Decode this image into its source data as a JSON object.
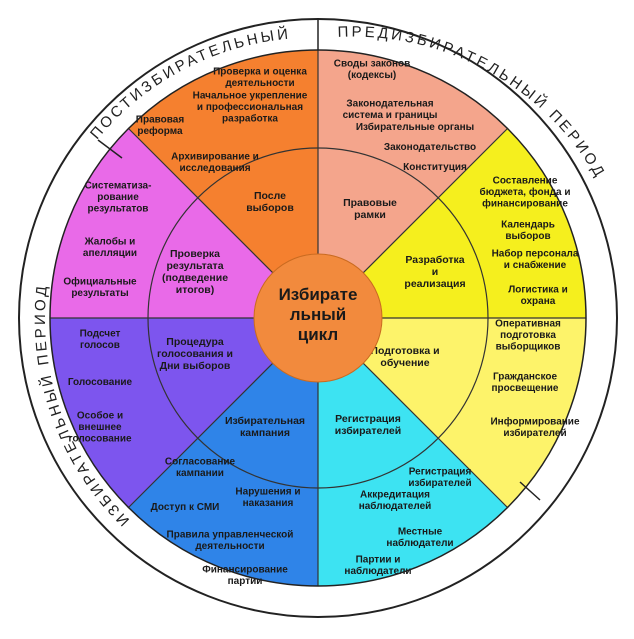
{
  "center": {
    "lines": [
      "Избирате",
      "льный",
      "цикл"
    ],
    "color": "#f28a3d"
  },
  "outer_ring": {
    "pre": "ПРЕДИЗБИРАТЕЛЬНЫЙ ПЕРИОД",
    "post": "ПОСТИЗБИРАТЕЛЬНЫЙ ПЕРИОД",
    "electoral": "ИЗБИРАТЕЛЬНЫЙ ПЕРИОД"
  },
  "sectors": [
    {
      "id": "after-elections",
      "color": "#f4a58c",
      "inner": [
        "После",
        "выборов"
      ],
      "outer": [
        [
          "Проверка и оценка",
          "деятельности"
        ],
        [
          "Начальное укрепление",
          "и профессиональная",
          "разработка"
        ],
        [
          "Правовая",
          "реформа"
        ],
        [
          "Архивирование и",
          "исследования"
        ]
      ]
    },
    {
      "id": "legal-framework",
      "color": "#f5ef1e",
      "inner": [
        "Правовые",
        "рамки"
      ],
      "outer": [
        [
          "Своды законов",
          "(кодексы)"
        ],
        [
          "Законодательная",
          "система и границы"
        ],
        [
          "Избирательные органы"
        ],
        [
          "Законодательство"
        ],
        [
          "Конституция"
        ]
      ]
    },
    {
      "id": "planning",
      "color": "#fdf36a",
      "inner": [
        "Разработка",
        "и",
        "реализация"
      ],
      "outer": [
        [
          "Составление",
          "бюджета, фонда и",
          "финансирование"
        ],
        [
          "Календарь",
          "выборов"
        ],
        [
          "Набор персонала",
          "и снабжение"
        ],
        [
          "Логистика и",
          "охрана"
        ]
      ]
    },
    {
      "id": "training",
      "color": "#3de3f2",
      "inner": [
        "Подготовка и",
        "обучение"
      ],
      "outer": [
        [
          "Оперативная",
          "подготовка",
          "выборщиков"
        ],
        [
          "Гражданское",
          "просвещение"
        ],
        [
          "Информирование",
          "избирателей"
        ]
      ]
    },
    {
      "id": "registration",
      "color": "#2f84e8",
      "inner": [
        "Регистрация",
        "избирателей"
      ],
      "outer": [
        [
          "Регистрация",
          "избирателей"
        ],
        [
          "Аккредитация",
          "наблюдателей"
        ],
        [
          "Местные",
          "наблюдатели"
        ],
        [
          "Партии и",
          "наблюдатели"
        ]
      ]
    },
    {
      "id": "campaign",
      "color": "#7d55ee",
      "inner": [
        "Избирательная",
        "кампания"
      ],
      "outer": [
        [
          "Согласование",
          "кампании"
        ],
        [
          "Доступ к СМИ"
        ],
        [
          "Нарушения и",
          "наказания"
        ],
        [
          "Правила управленческой",
          "деятельности"
        ],
        [
          "Финансирование",
          "партии"
        ]
      ]
    },
    {
      "id": "voting",
      "color": "#e96ae8",
      "inner": [
        "Процедура",
        "голосования и",
        "Дни выборов"
      ],
      "outer": [
        [
          "Подсчет",
          "голосов"
        ],
        [
          "Голосование"
        ],
        [
          "Особое и",
          "внешнее",
          "голосование"
        ]
      ]
    },
    {
      "id": "results",
      "color": "#f5802f",
      "inner": [
        "Проверка",
        "результата",
        "(подведение",
        "итогов)"
      ],
      "outer": [
        [
          "Систематиза-",
          "рование",
          "результатов"
        ],
        [
          "Жалобы и",
          "апелляции"
        ],
        [
          "Официальные",
          "результаты"
        ]
      ]
    }
  ]
}
